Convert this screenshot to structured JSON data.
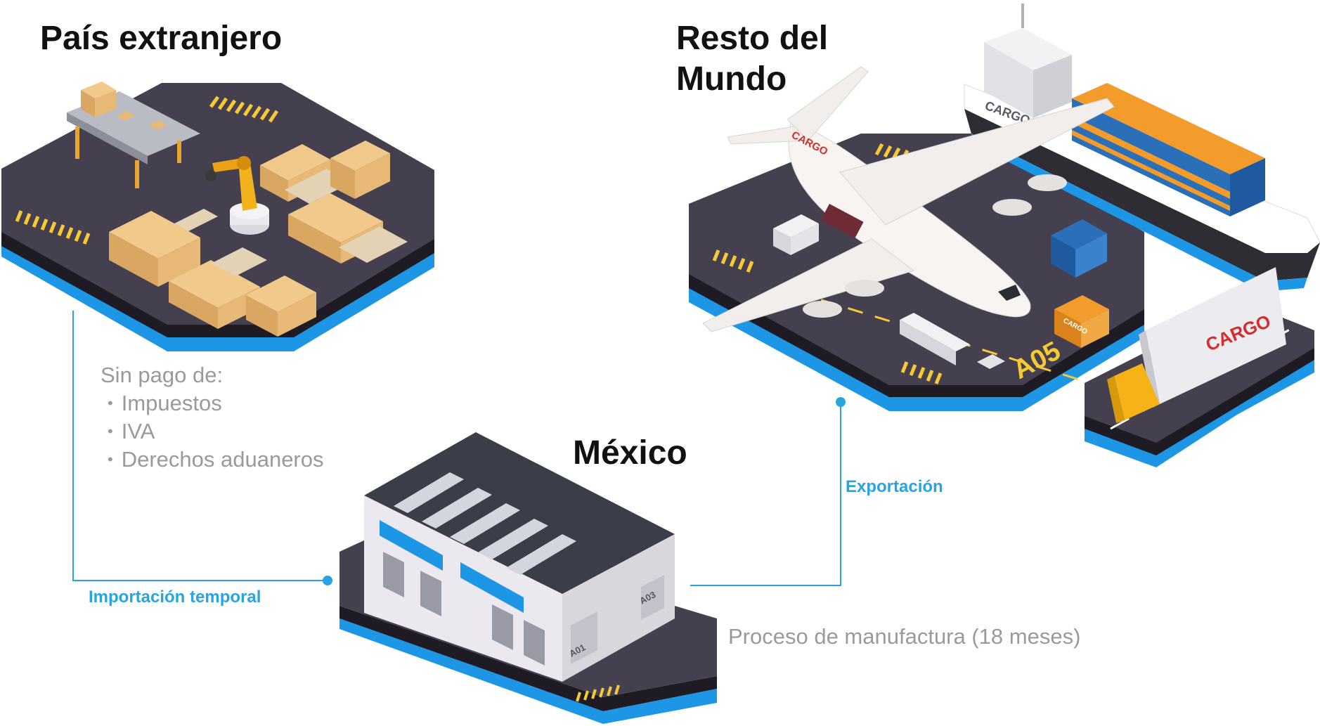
{
  "titles": {
    "foreign": "País extranjero",
    "world": "Resto del\nMundo",
    "mexico": "México"
  },
  "tax_note": {
    "heading": "Sin pago de:",
    "items": [
      "Impuestos",
      "IVA",
      "Derechos aduaneros"
    ]
  },
  "flows": {
    "import_label": "Importación temporal",
    "export_label": "Exportación"
  },
  "process_note": "Proceso de manufactura (18 meses)",
  "branding": {
    "cargo_text": "CARGO"
  },
  "doors": {
    "a01": "A01",
    "a03": "A03"
  },
  "gate": "A05",
  "colors": {
    "platform_top": "#45404f",
    "platform_side": "#1e1b25",
    "platform_base": "#1e96e6",
    "connector_line": "#29a4e2",
    "caution_yellow": "#f7c935",
    "box_tan": "#e8b877",
    "container_orange": "#f39c2b",
    "container_blue": "#2a6fb8",
    "cargo_red": "#d62c2c",
    "truck_yellow": "#f6b318"
  }
}
